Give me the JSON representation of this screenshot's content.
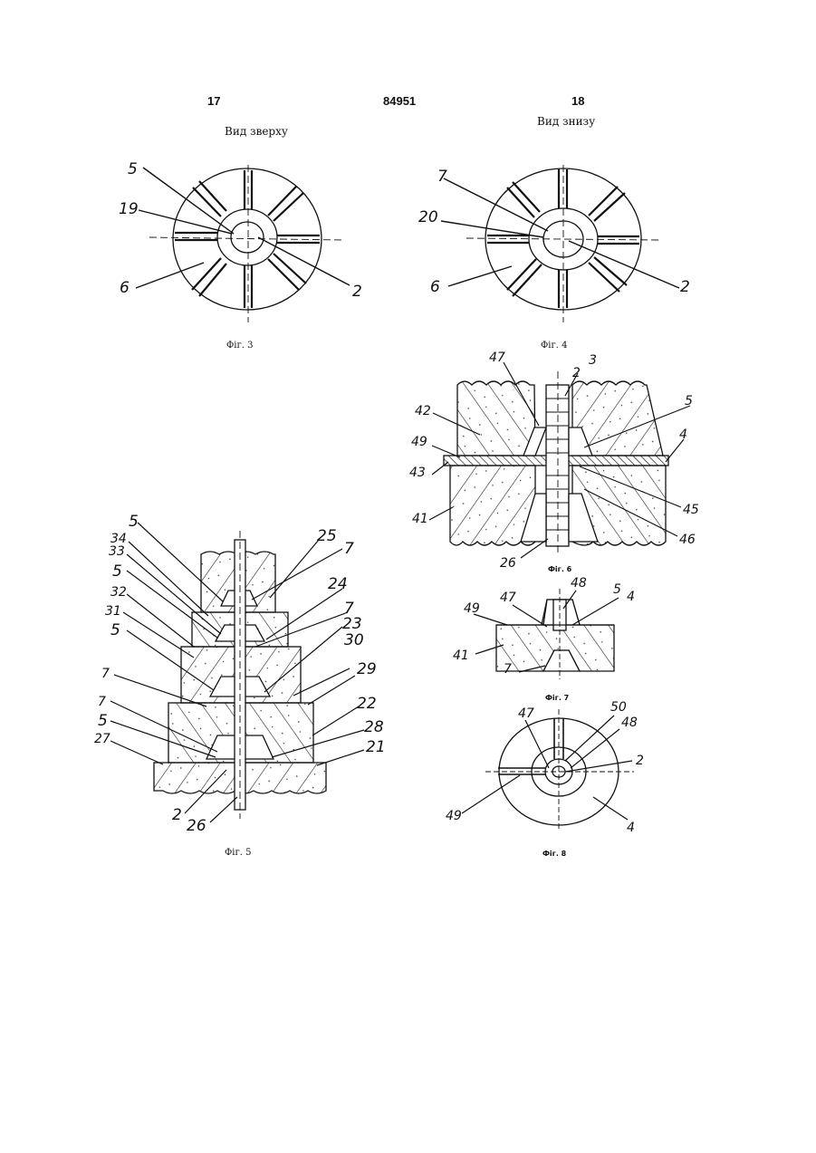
{
  "header": {
    "page_left": "17",
    "doc_number": "84951",
    "page_right": "18"
  },
  "captions": {
    "top_view": "Вид зверху",
    "bottom_view": "Вид знизу",
    "fig3": "Фіг. 3",
    "fig4": "Фіг. 4",
    "fig5": "Фіг. 5",
    "fig6": "Фіг. 6",
    "fig7": "Фіг. 7",
    "fig8": "Фіг. 8"
  },
  "labels": {
    "fig3": [
      "5",
      "19",
      "6",
      "2"
    ],
    "fig4": [
      "7",
      "20",
      "6",
      "2"
    ],
    "fig5": [
      "5",
      "34",
      "33",
      "5",
      "32",
      "31",
      "5",
      "7",
      "7",
      "5",
      "27",
      "25",
      "7",
      "24",
      "7",
      "23",
      "30",
      "29",
      "22",
      "28",
      "21",
      "2",
      "26"
    ],
    "fig6": [
      "47",
      "3",
      "2",
      "42",
      "5",
      "4",
      "49",
      "43",
      "41",
      "45",
      "46",
      "26"
    ],
    "fig7": [
      "49",
      "47",
      "48",
      "5",
      "4",
      "41",
      "7"
    ],
    "fig8": [
      "47",
      "50",
      "48",
      "2",
      "49",
      "4"
    ]
  }
}
